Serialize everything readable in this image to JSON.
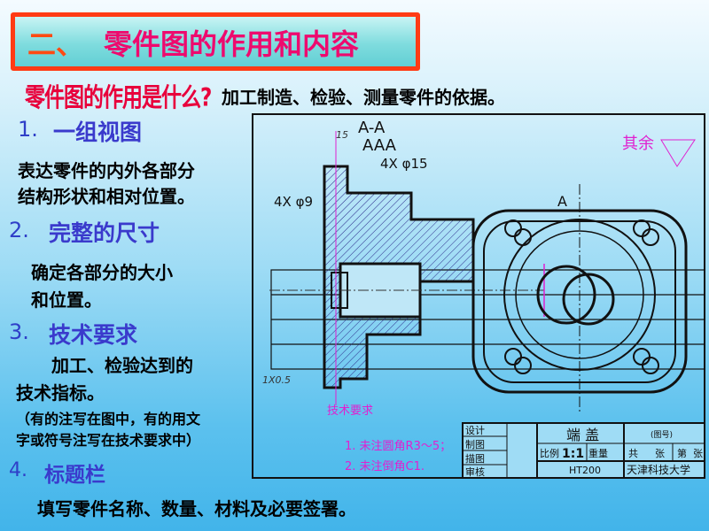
{
  "title": {
    "number": "二、",
    "text": "零件图的作用和内容"
  },
  "question": "零件图的作用是什么?",
  "answer": "加工制造、检验、测量零件的依据。",
  "sections": [
    {
      "number": "1.",
      "heading": "一组视图",
      "lines": [
        "表达零件的内外各部分",
        "结构形状和相对位置。"
      ]
    },
    {
      "number": "2.",
      "heading": "完整的尺寸",
      "lines": [
        "确定各部分的大小",
        "和位置。"
      ]
    },
    {
      "number": "3.",
      "heading": "技术要求",
      "lines": [
        "加工、检验达到的",
        "技术指标。"
      ],
      "note": [
        "（有的注写在图中，有的用文",
        "字或符号注写在技术要求中）"
      ]
    },
    {
      "number": "4.",
      "heading": "标题栏",
      "lines": [
        "填写零件名称、数量、材料及必要签署。"
      ]
    }
  ],
  "drawing": {
    "section_label": "A-A",
    "section_label_overlap": "AAA",
    "dim_holes_1": "4X φ15",
    "dim_holes_2": "4X φ9",
    "dim_top": "15",
    "dim_chamfer": "1X0.5",
    "roughness_note": "其余",
    "view_label": "A",
    "tech_req": {
      "title": "技术要求",
      "items": [
        "1. 未注圆角R3～5；",
        "2. 未注倒角C1."
      ]
    },
    "title_block": {
      "roles": [
        "设计",
        "制图",
        "描图",
        "审核"
      ],
      "part_name": "端  盖",
      "drawing_no": "(图号)",
      "scale_label": "比例",
      "scale": "1:1",
      "weight_label": "重量",
      "sheets": [
        "共",
        "张",
        "第",
        "张"
      ],
      "material": "HT200",
      "organization": "天津科技大学"
    }
  },
  "colors": {
    "title_border": "#ff3b14",
    "title_text": "#ee0a6e",
    "heading": "#3a3acc",
    "annotation": "#e020d0"
  }
}
